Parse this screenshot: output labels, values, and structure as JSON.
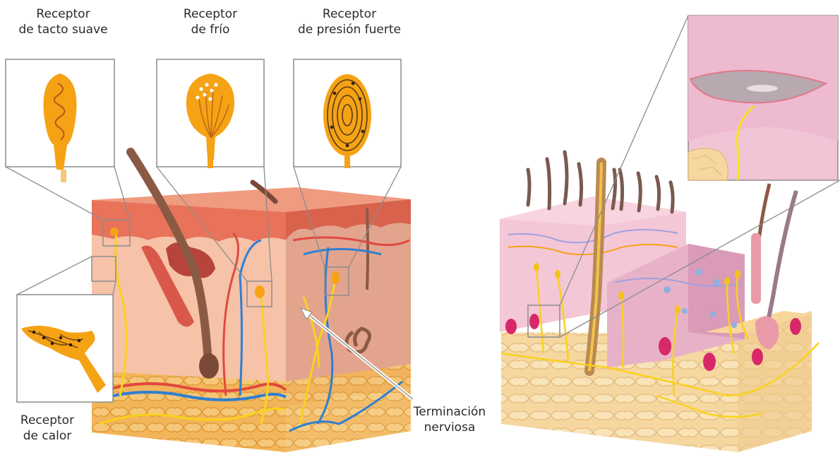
{
  "labels": {
    "tacto_suave": {
      "line1": "Receptor",
      "line2": "de tacto suave"
    },
    "frio": {
      "line1": "Receptor",
      "line2": "de frío"
    },
    "presion_fuerte": {
      "line1": "Receptor",
      "line2": "de presión fuerte"
    },
    "calor": {
      "line1": "Receptor",
      "line2": "de calor"
    },
    "terminacion": {
      "line1": "Terminación",
      "line2": "nerviosa"
    }
  },
  "colors": {
    "epidermis": "#e8735a",
    "dermis": "#f6c2a8",
    "dermis_side": "#e3a48e",
    "fat": "#f0b050",
    "receptor": "#f5a315",
    "nerve": "#f9d21c",
    "artery": "#e0493e",
    "vein": "#2f7fd0",
    "hair": "#8a5a44",
    "inset_border": "#8c8c8c",
    "skin_pink": "#f3c7d6",
    "skin_pink_dark": "#e7b2c8",
    "gland_magenta": "#d8286a"
  }
}
